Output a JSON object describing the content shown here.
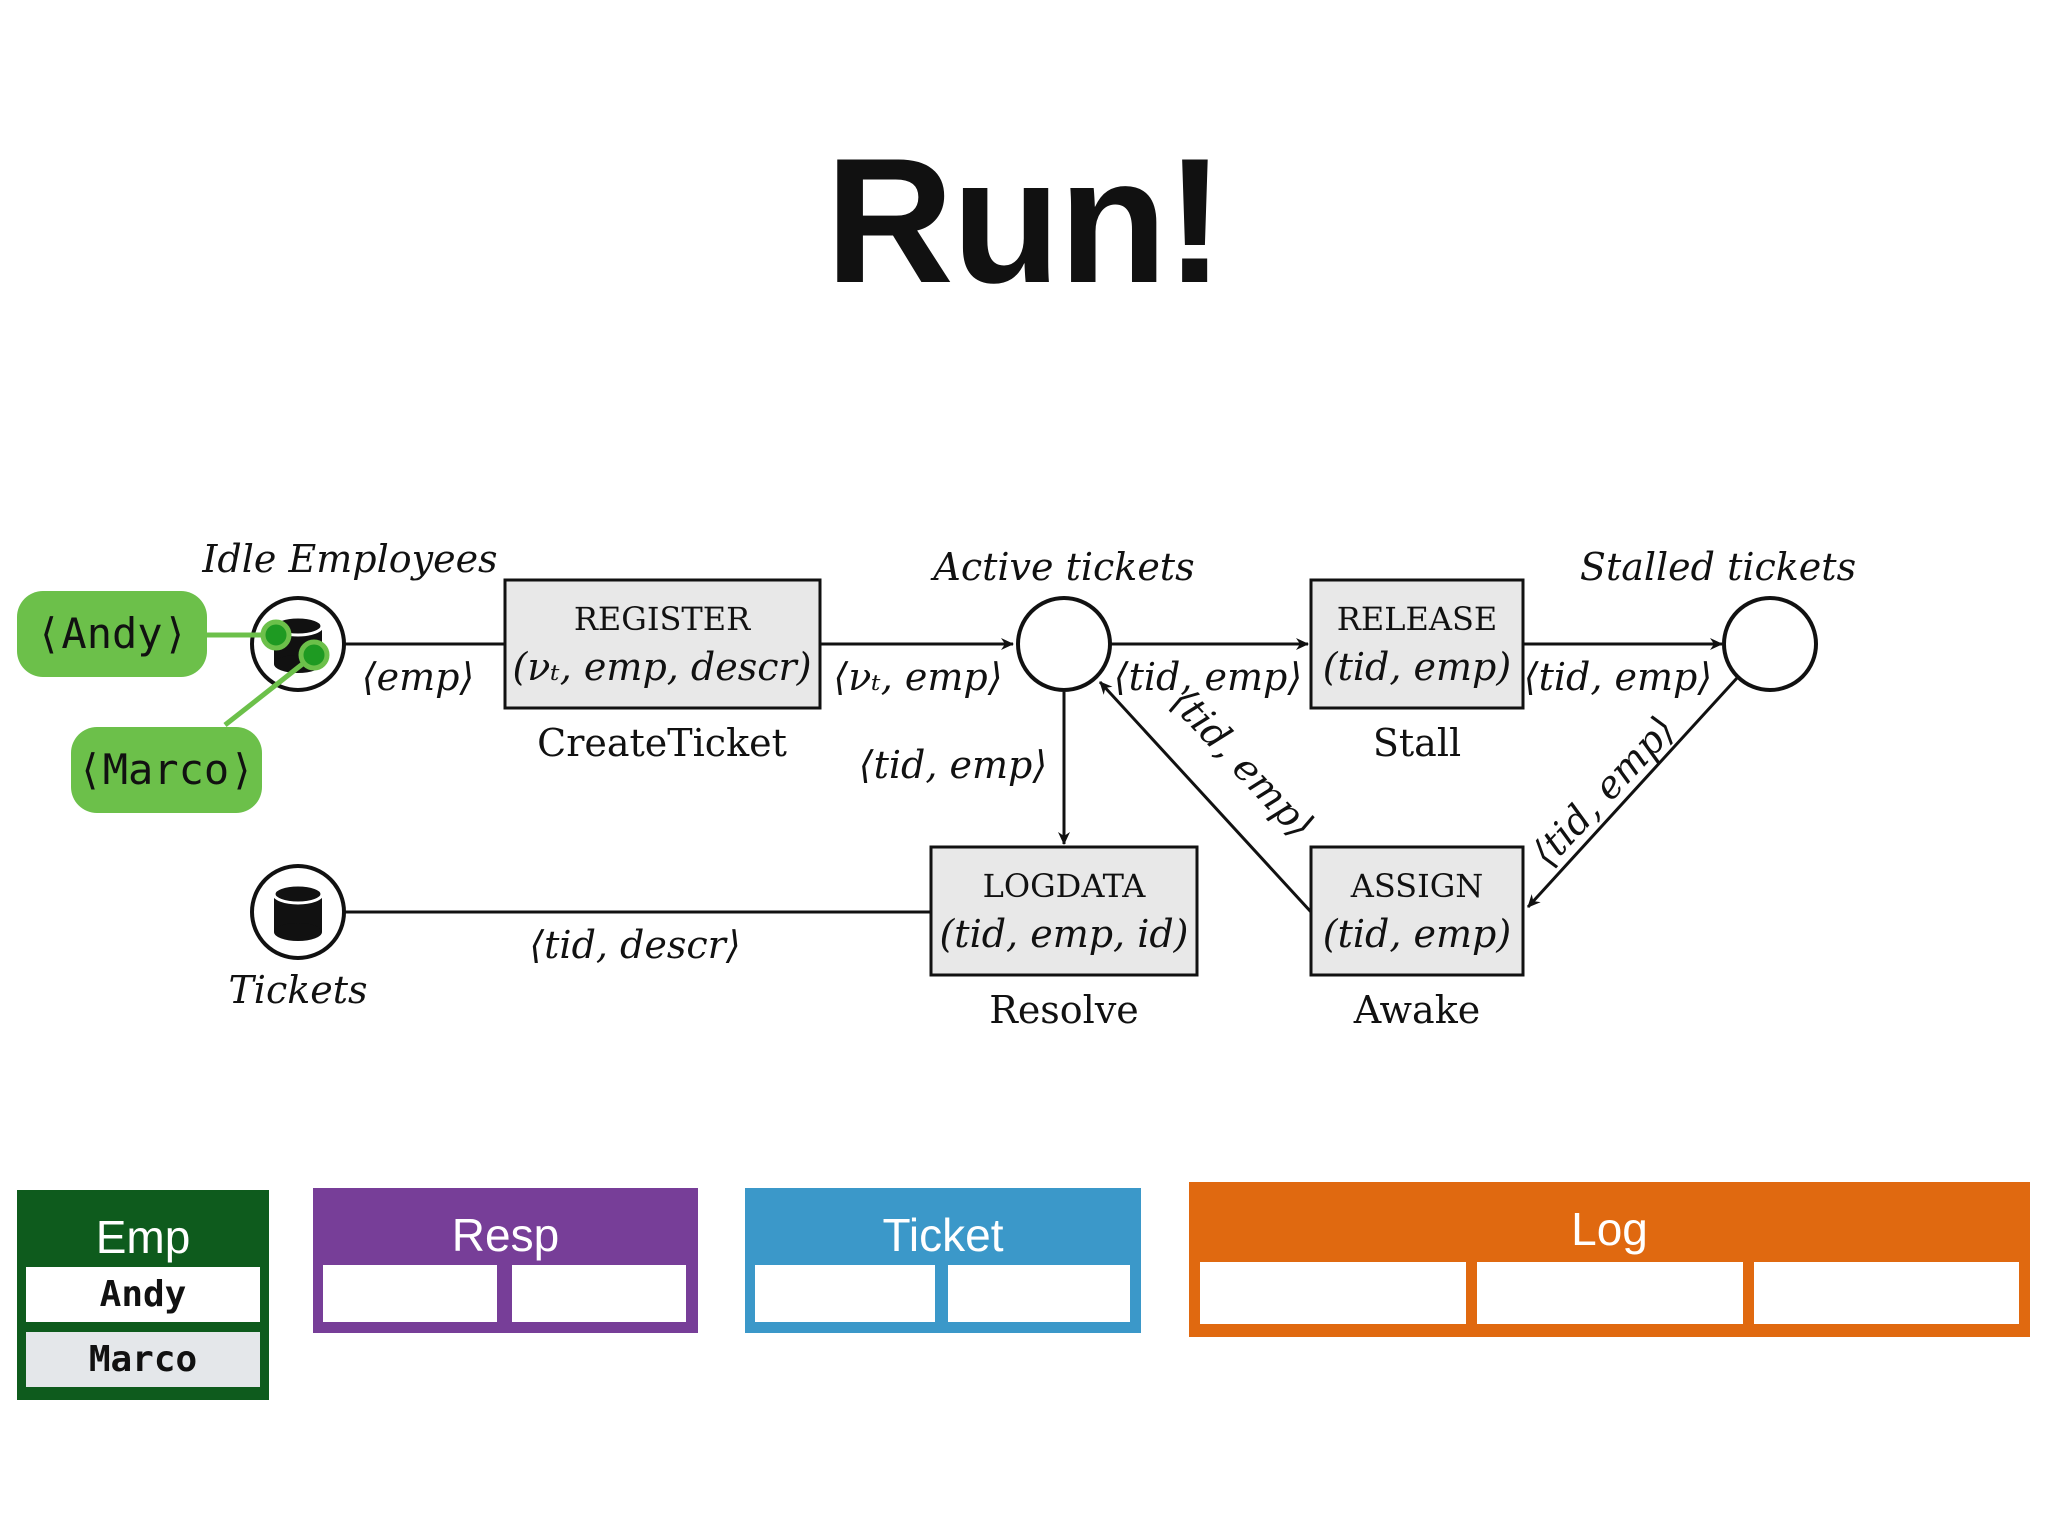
{
  "title": "Run!",
  "diagram": {
    "places": {
      "idle": "Idle Employees",
      "active": "Active tickets",
      "stalled": "Stalled tickets",
      "tickets": "Tickets"
    },
    "transitions": [
      {
        "action": "REGISTER",
        "params": "(νₜ, emp, descr)",
        "name": "CreateTicket"
      },
      {
        "action": "RELEASE",
        "params": "(tid, emp)",
        "name": "Stall"
      },
      {
        "action": "LOGDATA",
        "params": "(tid, emp, id)",
        "name": "Resolve"
      },
      {
        "action": "ASSIGN",
        "params": "(tid, emp)",
        "name": "Awake"
      }
    ],
    "arc_labels": {
      "idle_to_register": "⟨emp⟩",
      "register_to_active": "⟨νₜ, emp⟩",
      "active_to_release": "⟨tid, emp⟩",
      "release_to_stalled": "⟨tid, emp⟩",
      "active_to_logdata": "⟨tid, emp⟩",
      "assign_to_active": "⟨tid, emp⟩",
      "stalled_to_assign": "⟨tid, emp⟩",
      "tickets_to_logdata": "⟨tid, descr⟩"
    },
    "tokens": [
      "⟨Andy⟩",
      "⟨Marco⟩"
    ]
  },
  "tables": {
    "emp": {
      "name": "Emp",
      "rows": [
        "Andy",
        "Marco"
      ],
      "color": "#0e5b1d"
    },
    "resp": {
      "name": "Resp",
      "color": "#773e98"
    },
    "ticket": {
      "name": "Ticket",
      "color": "#3b98c9"
    },
    "log": {
      "name": "Log",
      "color": "#e06910"
    }
  },
  "colors": {
    "token": "#6cc04a",
    "token_dot": "#1e9a22",
    "transition_fill": "#e8e8e8"
  }
}
